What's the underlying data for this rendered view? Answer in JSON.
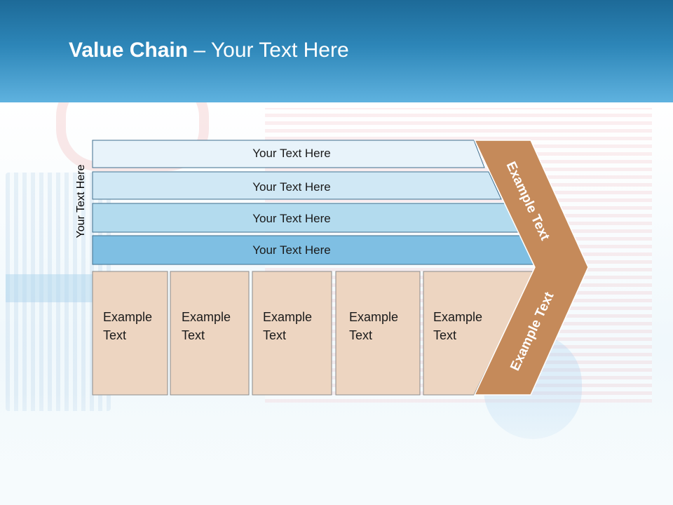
{
  "header": {
    "title_bold": "Value Chain",
    "title_rest": " – Your Text Here"
  },
  "diagram": {
    "vertical_label": "Your Text Here",
    "bands": [
      {
        "label": "Your Text Here",
        "color": "#e8f3fa"
      },
      {
        "label": "Your Text Here",
        "color": "#d0e8f5"
      },
      {
        "label": "Your Text Here",
        "color": "#b3dbee"
      },
      {
        "label": "Your Text Here",
        "color": "#7fbfe3"
      }
    ],
    "boxes": [
      {
        "line1": "Example",
        "line2": "Text"
      },
      {
        "line1": "Example",
        "line2": "Text"
      },
      {
        "line1": "Example",
        "line2": "Text"
      },
      {
        "line1": "Example",
        "line2": "Text"
      },
      {
        "line1": "Example",
        "line2": "Text"
      }
    ],
    "arrow_top_label": "Example Text",
    "arrow_bottom_label": "Example Text",
    "colors": {
      "box_fill": "#edd5c1",
      "box_stroke": "#8a8a8a",
      "band_stroke": "#3f6f8e",
      "arrow_fill": "#c58a5a"
    }
  }
}
